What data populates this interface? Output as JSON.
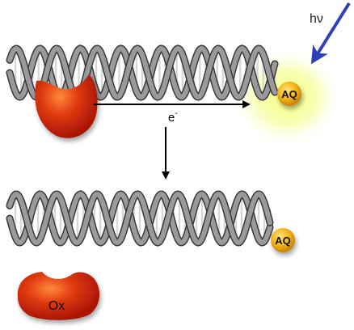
{
  "labels": {
    "photon": "hν",
    "electron": "e",
    "electron_charge": "-",
    "anthraquinone_top": "AQ",
    "anthraquinone_bottom": "AQ",
    "oxidized_protein": "Ox"
  },
  "colors": {
    "dna_strand": "#9a9a9a",
    "dna_rung": "#d8d8d8",
    "protein": "#d92a0c",
    "aq_badge": "#f3b81b",
    "glow": "#f6ff66",
    "photon_arrow": "#2b3fb8",
    "arrow": "#000000"
  }
}
